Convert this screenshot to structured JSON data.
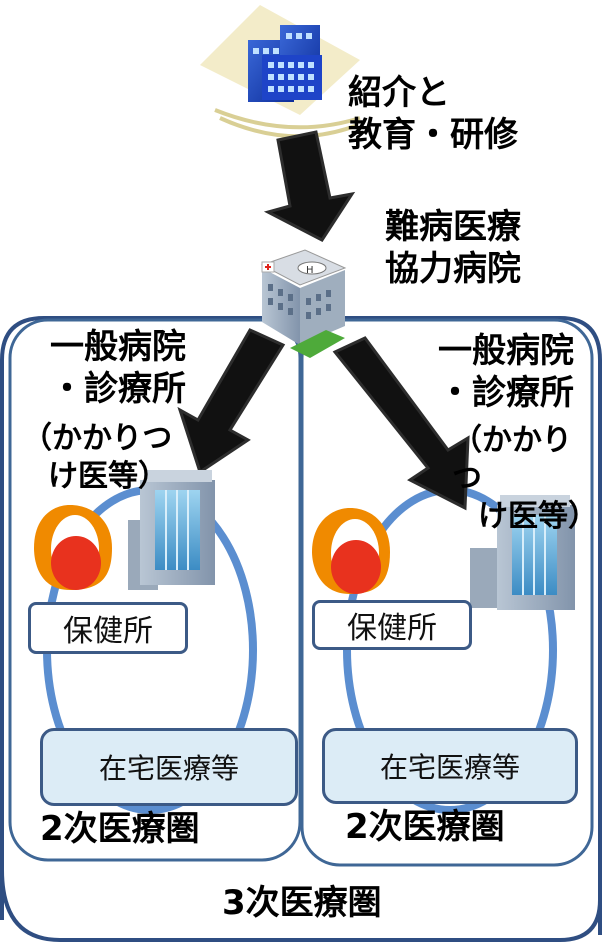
{
  "top_org_label": [
    "紹介と",
    "教育・研修"
  ],
  "intractable_hospital_label": [
    "難病医療",
    "協力病院"
  ],
  "left": {
    "general_hospital": [
      "一般病院",
      "・診療所"
    ],
    "family_doctor": [
      "（かかりつ",
      "け医等）"
    ],
    "health_center": "保健所",
    "home_care": "在宅医療等",
    "zone": "2次医療圏"
  },
  "right": {
    "general_hospital": [
      "一般病院",
      "・診療所"
    ],
    "family_doctor": [
      "（かかりつ",
      "け医等）"
    ],
    "health_center": "保健所",
    "home_care": "在宅医療等",
    "zone": "2次医療圏"
  },
  "outer_zone": "3次医療圏",
  "colors": {
    "outer_border": "#2f4e82",
    "zone_border": "#3f6796",
    "ring": "#5b8ed0",
    "arrow": "#111111",
    "logo_orange": "#f08a00",
    "logo_red": "#e8321e",
    "home_care_fill": "#dcecf6"
  },
  "icons": [
    "office-building-icon",
    "hospital-icon",
    "health-center-logo-icon",
    "clinic-building-icon"
  ]
}
